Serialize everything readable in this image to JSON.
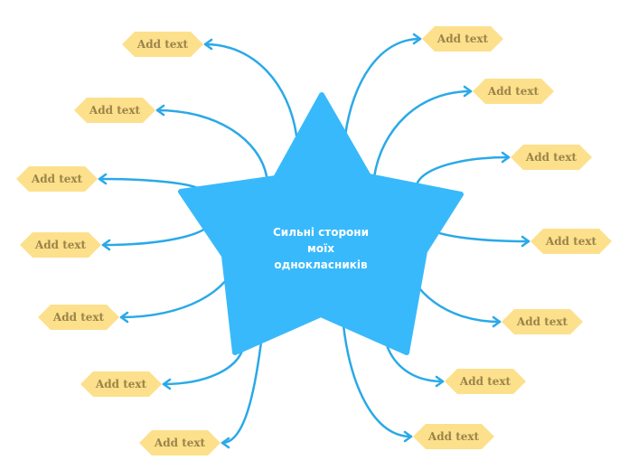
{
  "diagram": {
    "type": "mind-map",
    "center": {
      "shape": "star",
      "lines": [
        "Сильні сторони",
        "моїх",
        "однокласників"
      ],
      "color": "#38b9fb"
    },
    "connector_color": "#2aa9e8",
    "node_fill": "#fde08c",
    "node_text_color": "#9a8448",
    "left_nodes": [
      {
        "label": "Add text"
      },
      {
        "label": "Add text"
      },
      {
        "label": "Add text"
      },
      {
        "label": "Add text"
      },
      {
        "label": "Add text"
      },
      {
        "label": "Add text"
      },
      {
        "label": "Add text"
      }
    ],
    "right_nodes": [
      {
        "label": "Add text"
      },
      {
        "label": "Add text"
      },
      {
        "label": "Add text"
      },
      {
        "label": "Add text"
      },
      {
        "label": "Add text"
      },
      {
        "label": "Add text"
      },
      {
        "label": "Add text"
      }
    ]
  }
}
